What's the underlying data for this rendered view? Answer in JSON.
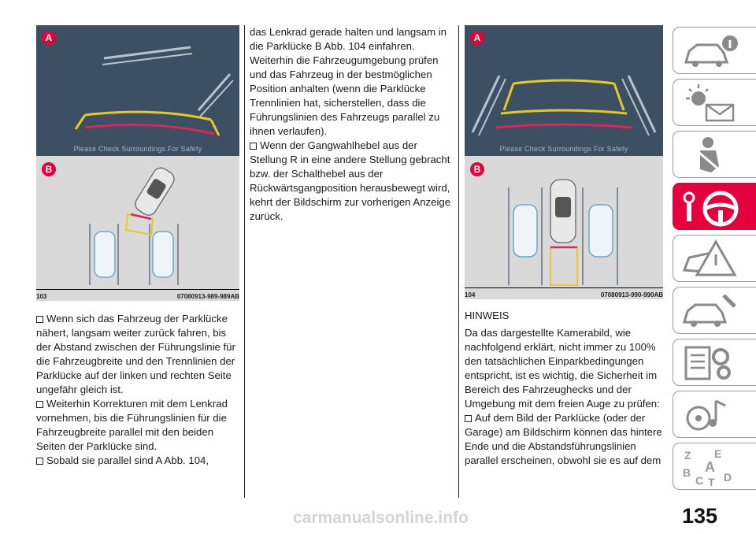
{
  "figures": {
    "fig103": {
      "badge_a": "A",
      "badge_b": "B",
      "camera_caption": "Please Check Surroundings For Safety",
      "number": "103",
      "code": "07080913-989-989AB"
    },
    "fig104": {
      "badge_a": "A",
      "badge_b": "B",
      "camera_caption": "Please Check Surroundings For Safety",
      "number": "104",
      "code": "07080913-990-990AB"
    }
  },
  "left_column": {
    "paragraphs": [
      "Wenn sich das Fahrzeug der Parklücke nähert, langsam weiter zurück fahren, bis der Abstand zwischen der Führungslinie für die Fahrzeugbreite und den Trennlinien der Parklücke auf der linken und rechten Seite ungefähr gleich ist.",
      "Weiterhin Korrekturen mit dem Lenkrad vornehmen, bis die Führungslinien für die Fahrzeugbreite parallel mit den beiden Seiten der Parklücke sind.",
      "Sobald sie parallel sind A Abb. 104,"
    ]
  },
  "middle_column": {
    "continuation": "das Lenkrad gerade halten und langsam in die Parklücke B Abb. 104 einfahren. Weiterhin die Fahrzeugumgebung prüfen und das Fahrzeug in der bestmöglichen Position anhalten (wenn die Parklücke Trennlinien hat, sicherstellen, dass die Führungslinien des Fahrzeugs parallel zu ihnen verlaufen).",
    "bullet": "Wenn der Gangwahlhebel aus der Stellung R in eine andere Stellung gebracht bzw. der Schalthebel aus der Rückwärtsgangposition herausbewegt wird, kehrt der Bildschirm zur vorherigen Anzeige zurück."
  },
  "right_column": {
    "note_title": "HINWEIS",
    "note_text": "Da das dargestellte Kamerabild, wie nachfolgend erklärt, nicht immer zu 100% den tatsächlichen Einparkbedingungen entspricht, ist es wichtig, die Sicherheit im Bereich des Fahrzeughecks und der Umgebung mit dem freien Auge zu prüfen:",
    "bullet": "Auf dem Bild der Parklücke (oder der Garage) am Bildschirm können das hintere Ende und die Abstandsführungslinien parallel erscheinen, obwohl sie es auf dem"
  },
  "sidebar": {
    "tabs": [
      {
        "icon": "car-info-icon",
        "active": false
      },
      {
        "icon": "warning-lights-icon",
        "active": false
      },
      {
        "icon": "seat-safety-icon",
        "active": false
      },
      {
        "icon": "key-steering-wheel-icon",
        "active": true
      },
      {
        "icon": "emergency-icon",
        "active": false
      },
      {
        "icon": "maintenance-icon",
        "active": false
      },
      {
        "icon": "specifications-icon",
        "active": false
      },
      {
        "icon": "multimedia-icon",
        "active": false
      },
      {
        "icon": "index-icon",
        "active": false
      }
    ],
    "index_letters": [
      "Z",
      "E",
      "A",
      "B",
      "C",
      "D",
      "T"
    ]
  },
  "page_number": "135",
  "watermark": "carmanualsonline.info",
  "colors": {
    "accent": "#e3003c",
    "camera_bg": "#3d4f62",
    "guide_red": "#d6285a",
    "guide_yellow": "#e6c828"
  }
}
